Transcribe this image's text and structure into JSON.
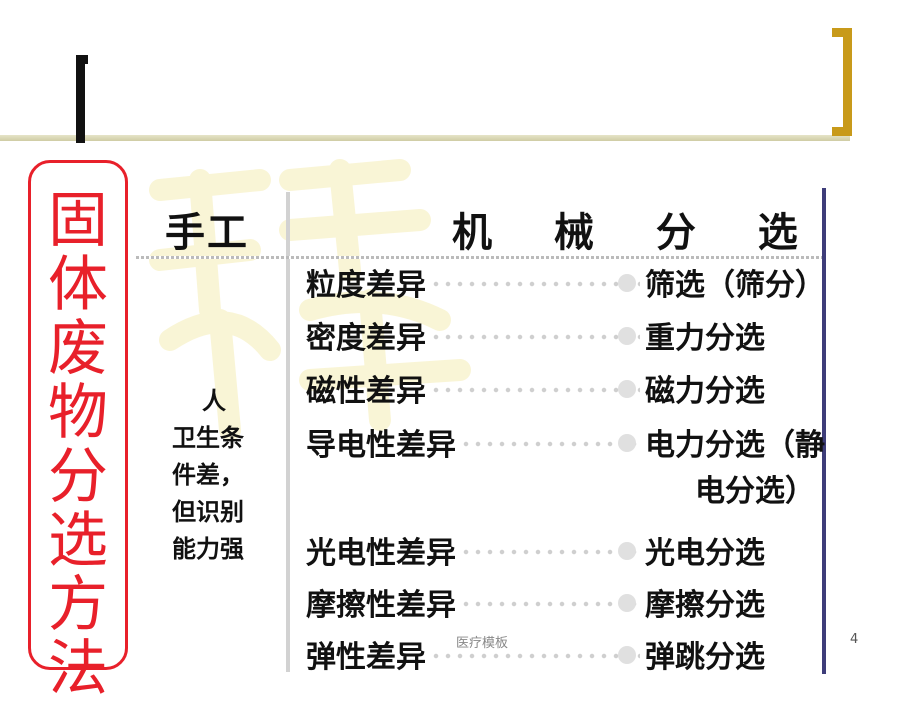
{
  "title_chars": [
    "固",
    "体",
    "废",
    "物",
    "分",
    "选",
    "方",
    "法"
  ],
  "headers": {
    "manual": "手工",
    "mechanical": "机 械 分 选"
  },
  "note": {
    "line1": "人",
    "line2": "卫生条",
    "line3": "件差，",
    "line4": "但识别",
    "line5": "能力强"
  },
  "rows": [
    {
      "property": "粒度差异",
      "method": "筛选（筛分）",
      "method_cont": ""
    },
    {
      "property": "密度差异",
      "method": "重力分选",
      "method_cont": ""
    },
    {
      "property": "磁性差异",
      "method": "磁力分选",
      "method_cont": ""
    },
    {
      "property": "导电性差异",
      "method": "电力分选（静",
      "method_cont": "电分选）"
    },
    {
      "property": "光电性差异",
      "method": "光电分选",
      "method_cont": ""
    },
    {
      "property": "摩擦性差异",
      "method": "摩擦分选",
      "method_cont": ""
    },
    {
      "property": "弹性差异",
      "method": "弹跳分选",
      "method_cont": ""
    }
  ],
  "footer": "医疗模板",
  "page_number": "4",
  "colors": {
    "title_red": "#e8202a",
    "bracket_gold": "#c89a1a",
    "right_border": "#3e3d7a"
  }
}
